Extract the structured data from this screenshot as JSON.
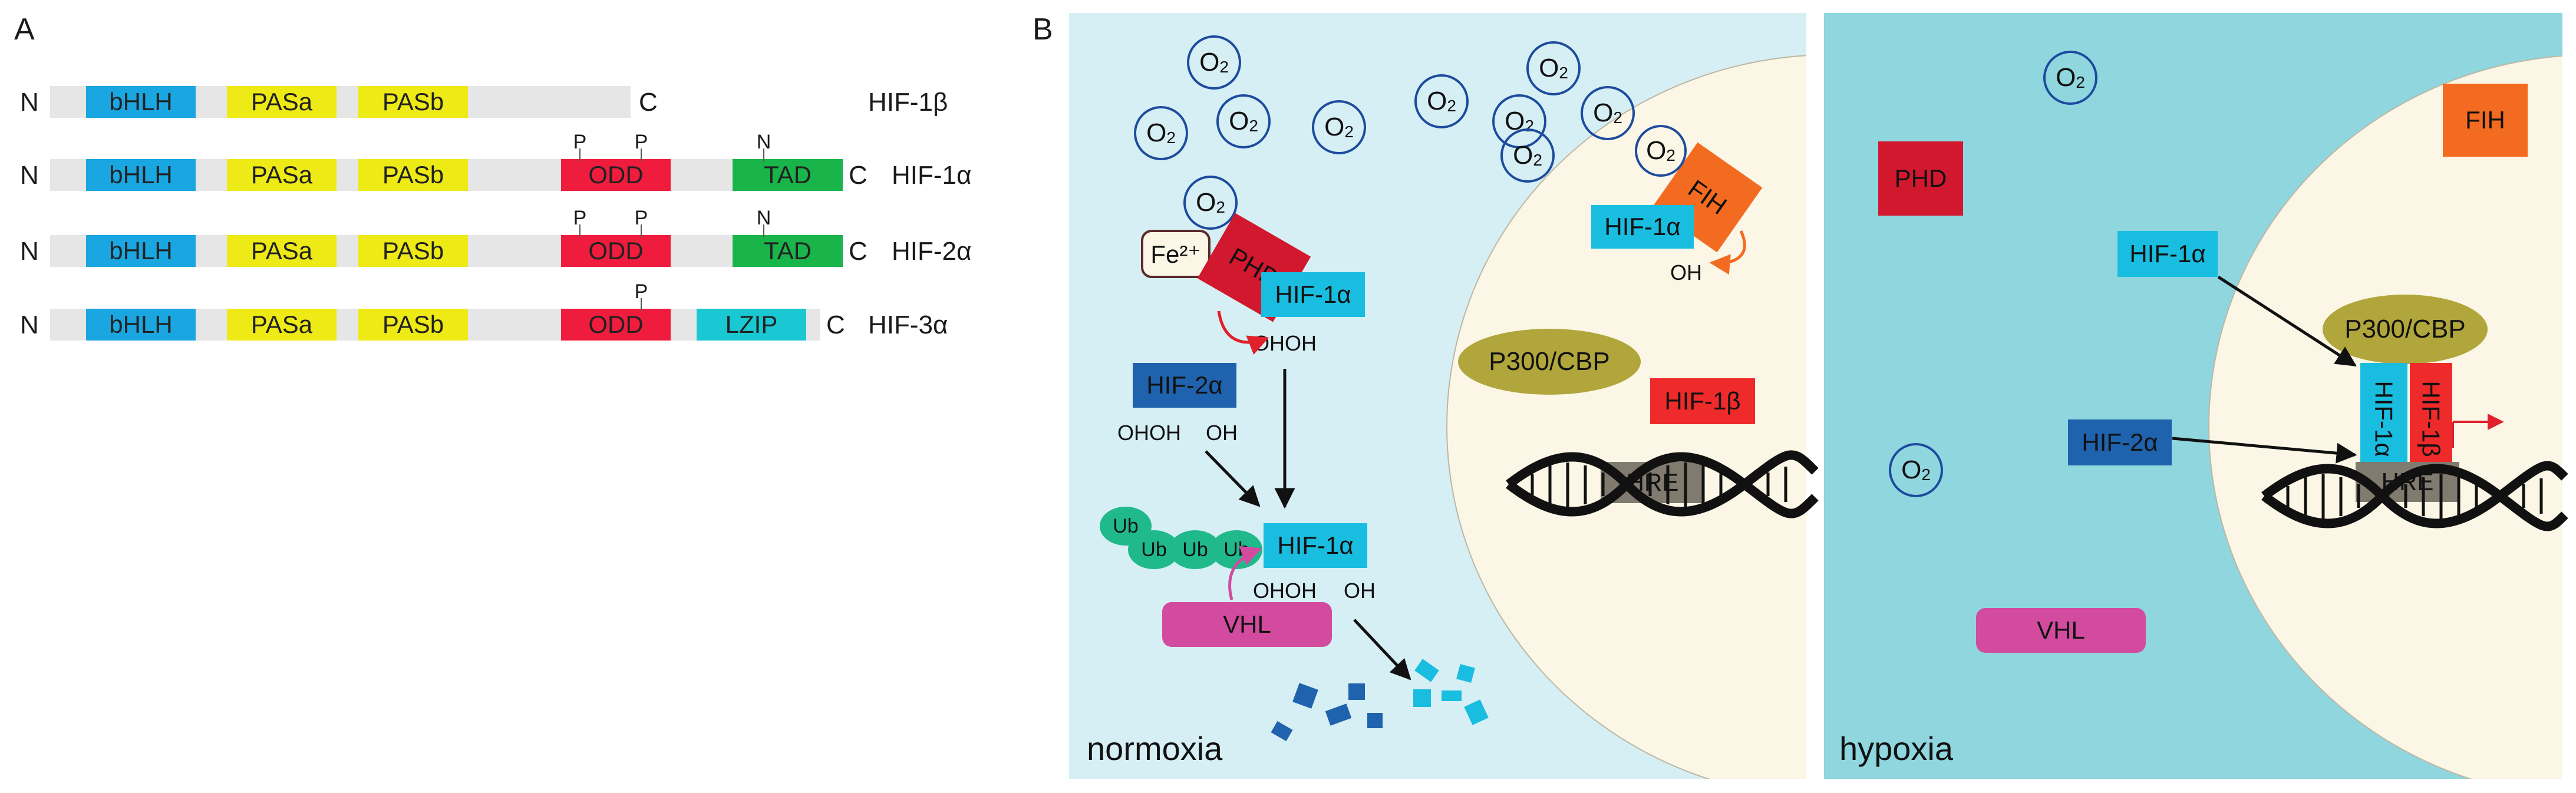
{
  "panel_a": {
    "label": "A",
    "rows": [
      {
        "n": "N",
        "c": "C",
        "name": "HIF-1β",
        "domains": [
          "bHLH",
          "PASa",
          "PASb"
        ],
        "p_marks": []
      },
      {
        "n": "N",
        "c": "C",
        "name": "HIF-1α",
        "domains": [
          "bHLH",
          "PASa",
          "PASb",
          "ODD",
          "TAD"
        ],
        "p_marks": [
          "P",
          "P"
        ],
        "n_mark": "N"
      },
      {
        "n": "N",
        "c": "C",
        "name": "HIF-2α",
        "domains": [
          "bHLH",
          "PASa",
          "PASb",
          "ODD",
          "TAD"
        ],
        "p_marks": [
          "P",
          "P"
        ],
        "n_mark": "N"
      },
      {
        "n": "N",
        "c": "C",
        "name": "HIF-3α",
        "domains": [
          "bHLH",
          "PASa",
          "PASb",
          "ODD",
          "LZIP"
        ],
        "p_marks": [
          "P"
        ]
      }
    ],
    "colors": {
      "bHLH": "#1aa6e0",
      "PAS": "#eeea16",
      "ODD": "#ef1c3d",
      "TAD": "#1ab54a",
      "LZIP": "#19c8d2",
      "bar": "#e6e6e6"
    }
  },
  "panel_b": {
    "label": "B",
    "normoxia": {
      "context": "normoxia",
      "o2": "O",
      "o2_sub": "2",
      "fe": "Fe²⁺",
      "phd": "PHD",
      "fih": "FIH",
      "hif1a": "HIF-1α",
      "hif2a": "HIF-2α",
      "hif1b": "HIF-1β",
      "p300": "P300/CBP",
      "hre": "HRE",
      "vhl": "VHL",
      "ub": "Ub",
      "oh_pair": "OHOH",
      "oh_triple_a": "OHOH",
      "oh_single": "OH",
      "oh_fih": "OH"
    },
    "hypoxia": {
      "context": "hypoxia",
      "o2": "O",
      "o2_sub": "2",
      "phd": "PHD",
      "fih": "FIH",
      "hif1a": "HIF-1α",
      "hif2a": "HIF-2α",
      "hif1a_vertical": "HIF-1α",
      "hif1b_vertical": "HIF-1β",
      "p300": "P300/CBP",
      "hre": "HRE",
      "vhl": "VHL"
    },
    "colors": {
      "normoxia_bg": "#d6eff4",
      "hypoxia_bg": "#8fd6df",
      "nucleus": "#fbf6e5",
      "phd": "#d2182e",
      "fih": "#f36b21",
      "hif1a": "#19bde0",
      "hif2a": "#1f62ad",
      "hif1b": "#ef2a2a",
      "p300": "#b0a63c",
      "hre": "#807a6f",
      "vhl": "#d24b9e",
      "ub": "#20b98c",
      "o2_ring": "#1d4b9e"
    }
  }
}
